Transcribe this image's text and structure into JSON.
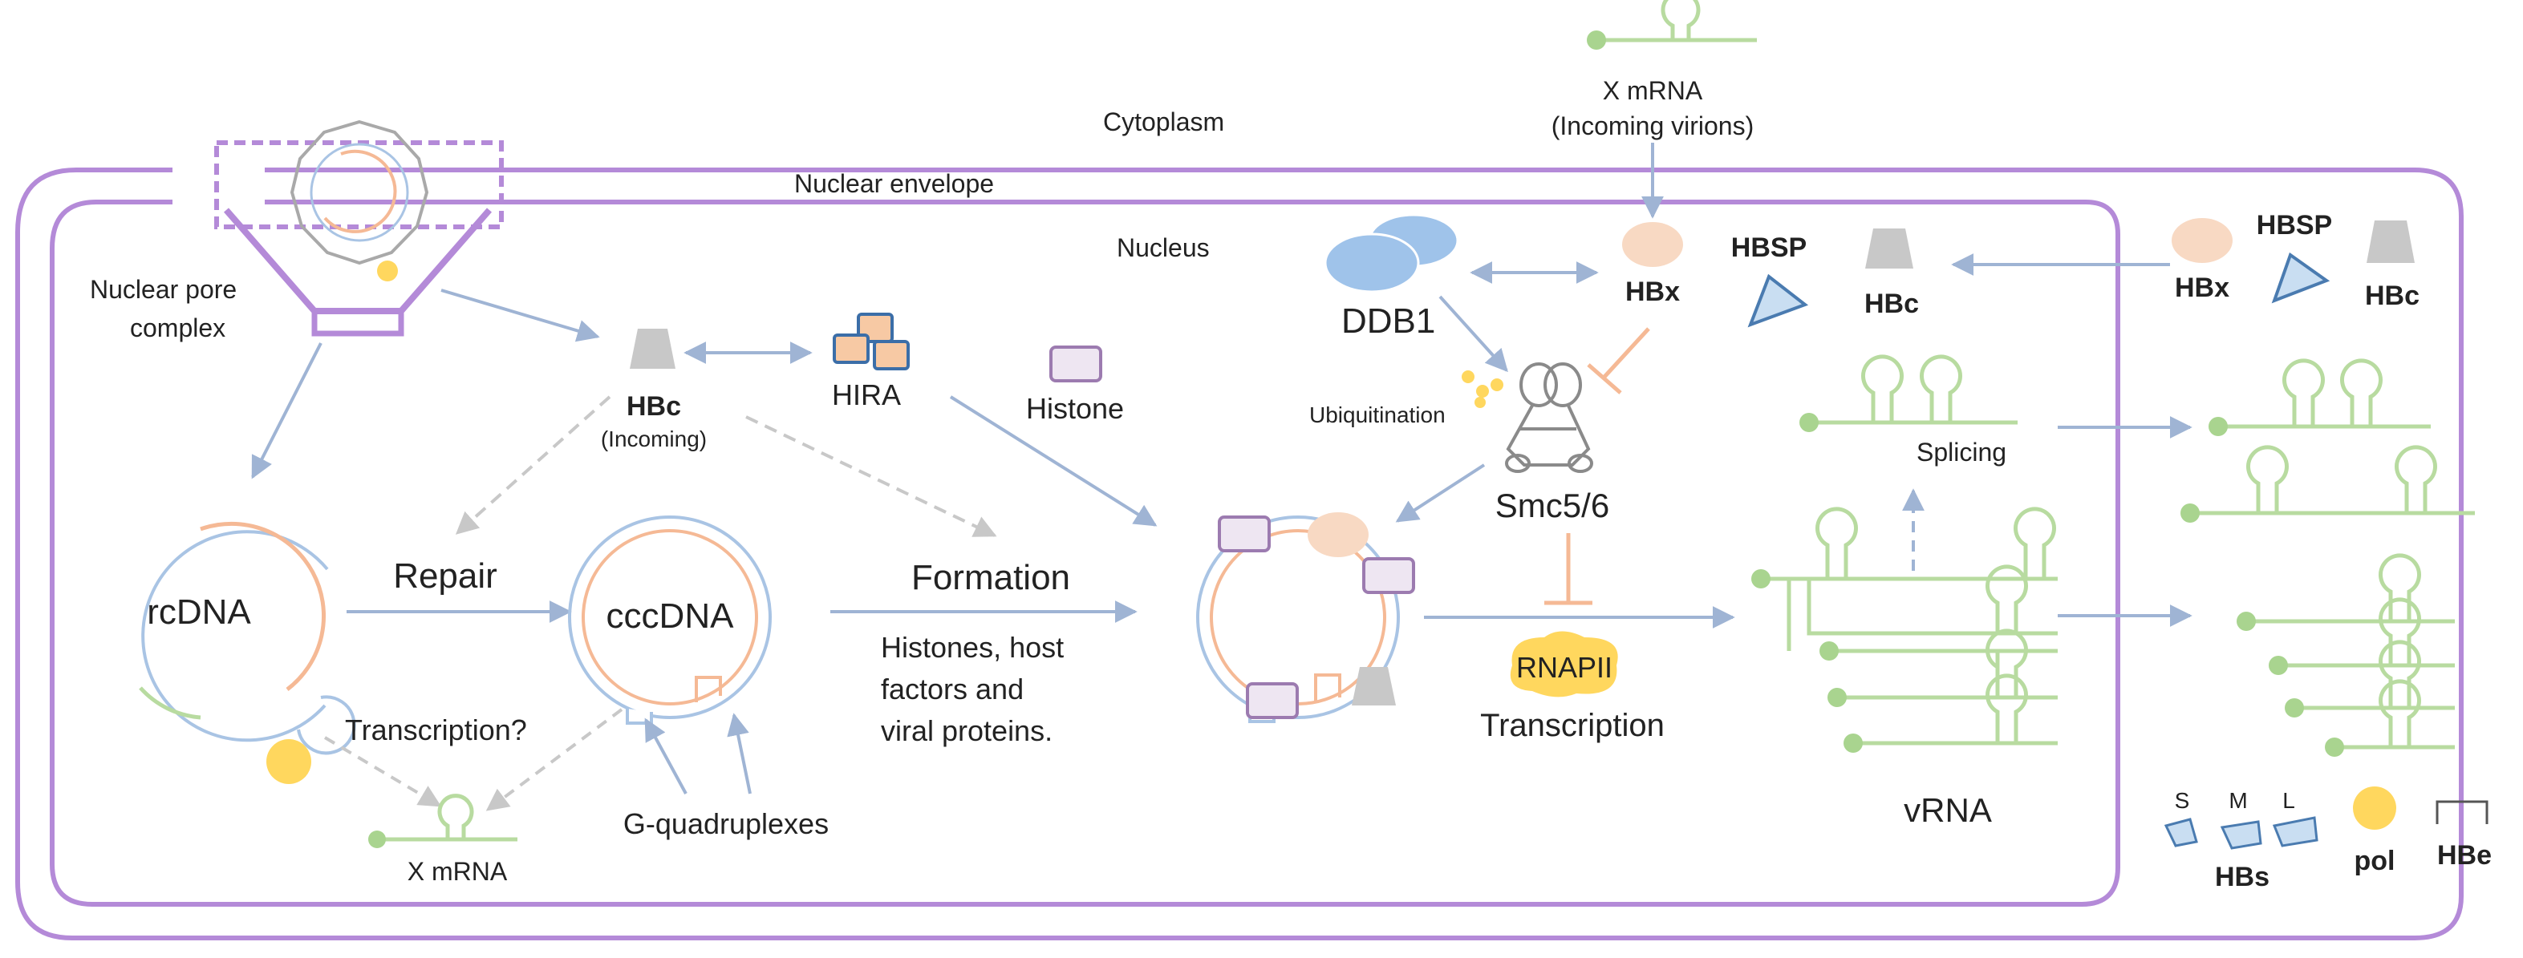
{
  "labels": {
    "cytoplasm": "Cytoplasm",
    "nuclear_envelope": "Nuclear envelope",
    "nucleus": "Nucleus",
    "nuclear_pore_1": "Nuclear pore",
    "nuclear_pore_2": "complex",
    "x_mrna_top_1": "X mRNA",
    "x_mrna_top_2": "(Incoming virions)",
    "ddb1": "DDB1",
    "hbx_nucleus": "HBx",
    "hbsp_nucleus": "HBSP",
    "hbc_right_nucleus": "HBc",
    "hbsp_outside": "HBSP",
    "hbx_outside": "HBx",
    "hbc_outside": "HBc",
    "hbc_incoming_1": "HBc",
    "hbc_incoming_2": "(Incoming)",
    "hira": "HIRA",
    "histone": "Histone",
    "ubiquitination": "Ubiquitination",
    "smc56": "Smc5/6",
    "splicing": "Splicing",
    "rcdna": "rcDNA",
    "repair": "Repair",
    "cccdna": "cccDNA",
    "formation": "Formation",
    "formation_desc_1": "Histones,  host",
    "formation_desc_2": "factors  and",
    "formation_desc_3": "viral proteins.",
    "transcription_q": "Transcription?",
    "x_mrna_bottom": "X mRNA",
    "g_quad": "G-quadruplexes",
    "rnapii": "RNAPII",
    "transcription": "Transcription",
    "vrna": "vRNA",
    "legend_s": "S",
    "legend_m": "M",
    "legend_l": "L",
    "legend_hbs": "HBs",
    "legend_pol": "pol",
    "legend_hbe": "HBe"
  },
  "colors": {
    "membrane": "#b48ad8",
    "arrow": "#9fb4d4",
    "dashed_arrow": "#c8c8c8",
    "dna_outer": "#a9c4e4",
    "dna_inner": "#f5b995",
    "rna_green": "#b8dba0",
    "rna_node": "#a9d48f",
    "pol_yellow": "#ffd75e",
    "ddb1_blue": "#9fc3ea",
    "hbx_peach": "#f8d9c3",
    "hbc_gray": "#c8c8c8",
    "hbsp_blue": "#c9def2",
    "histone_fill": "#eee6f2",
    "histone_stroke": "#9c7bb0",
    "hira_fill": "#f7c9a4",
    "hira_stroke": "#3b6ea8",
    "inhibit_orange": "#f5b995",
    "smc_gray": "#8a8a8a"
  }
}
